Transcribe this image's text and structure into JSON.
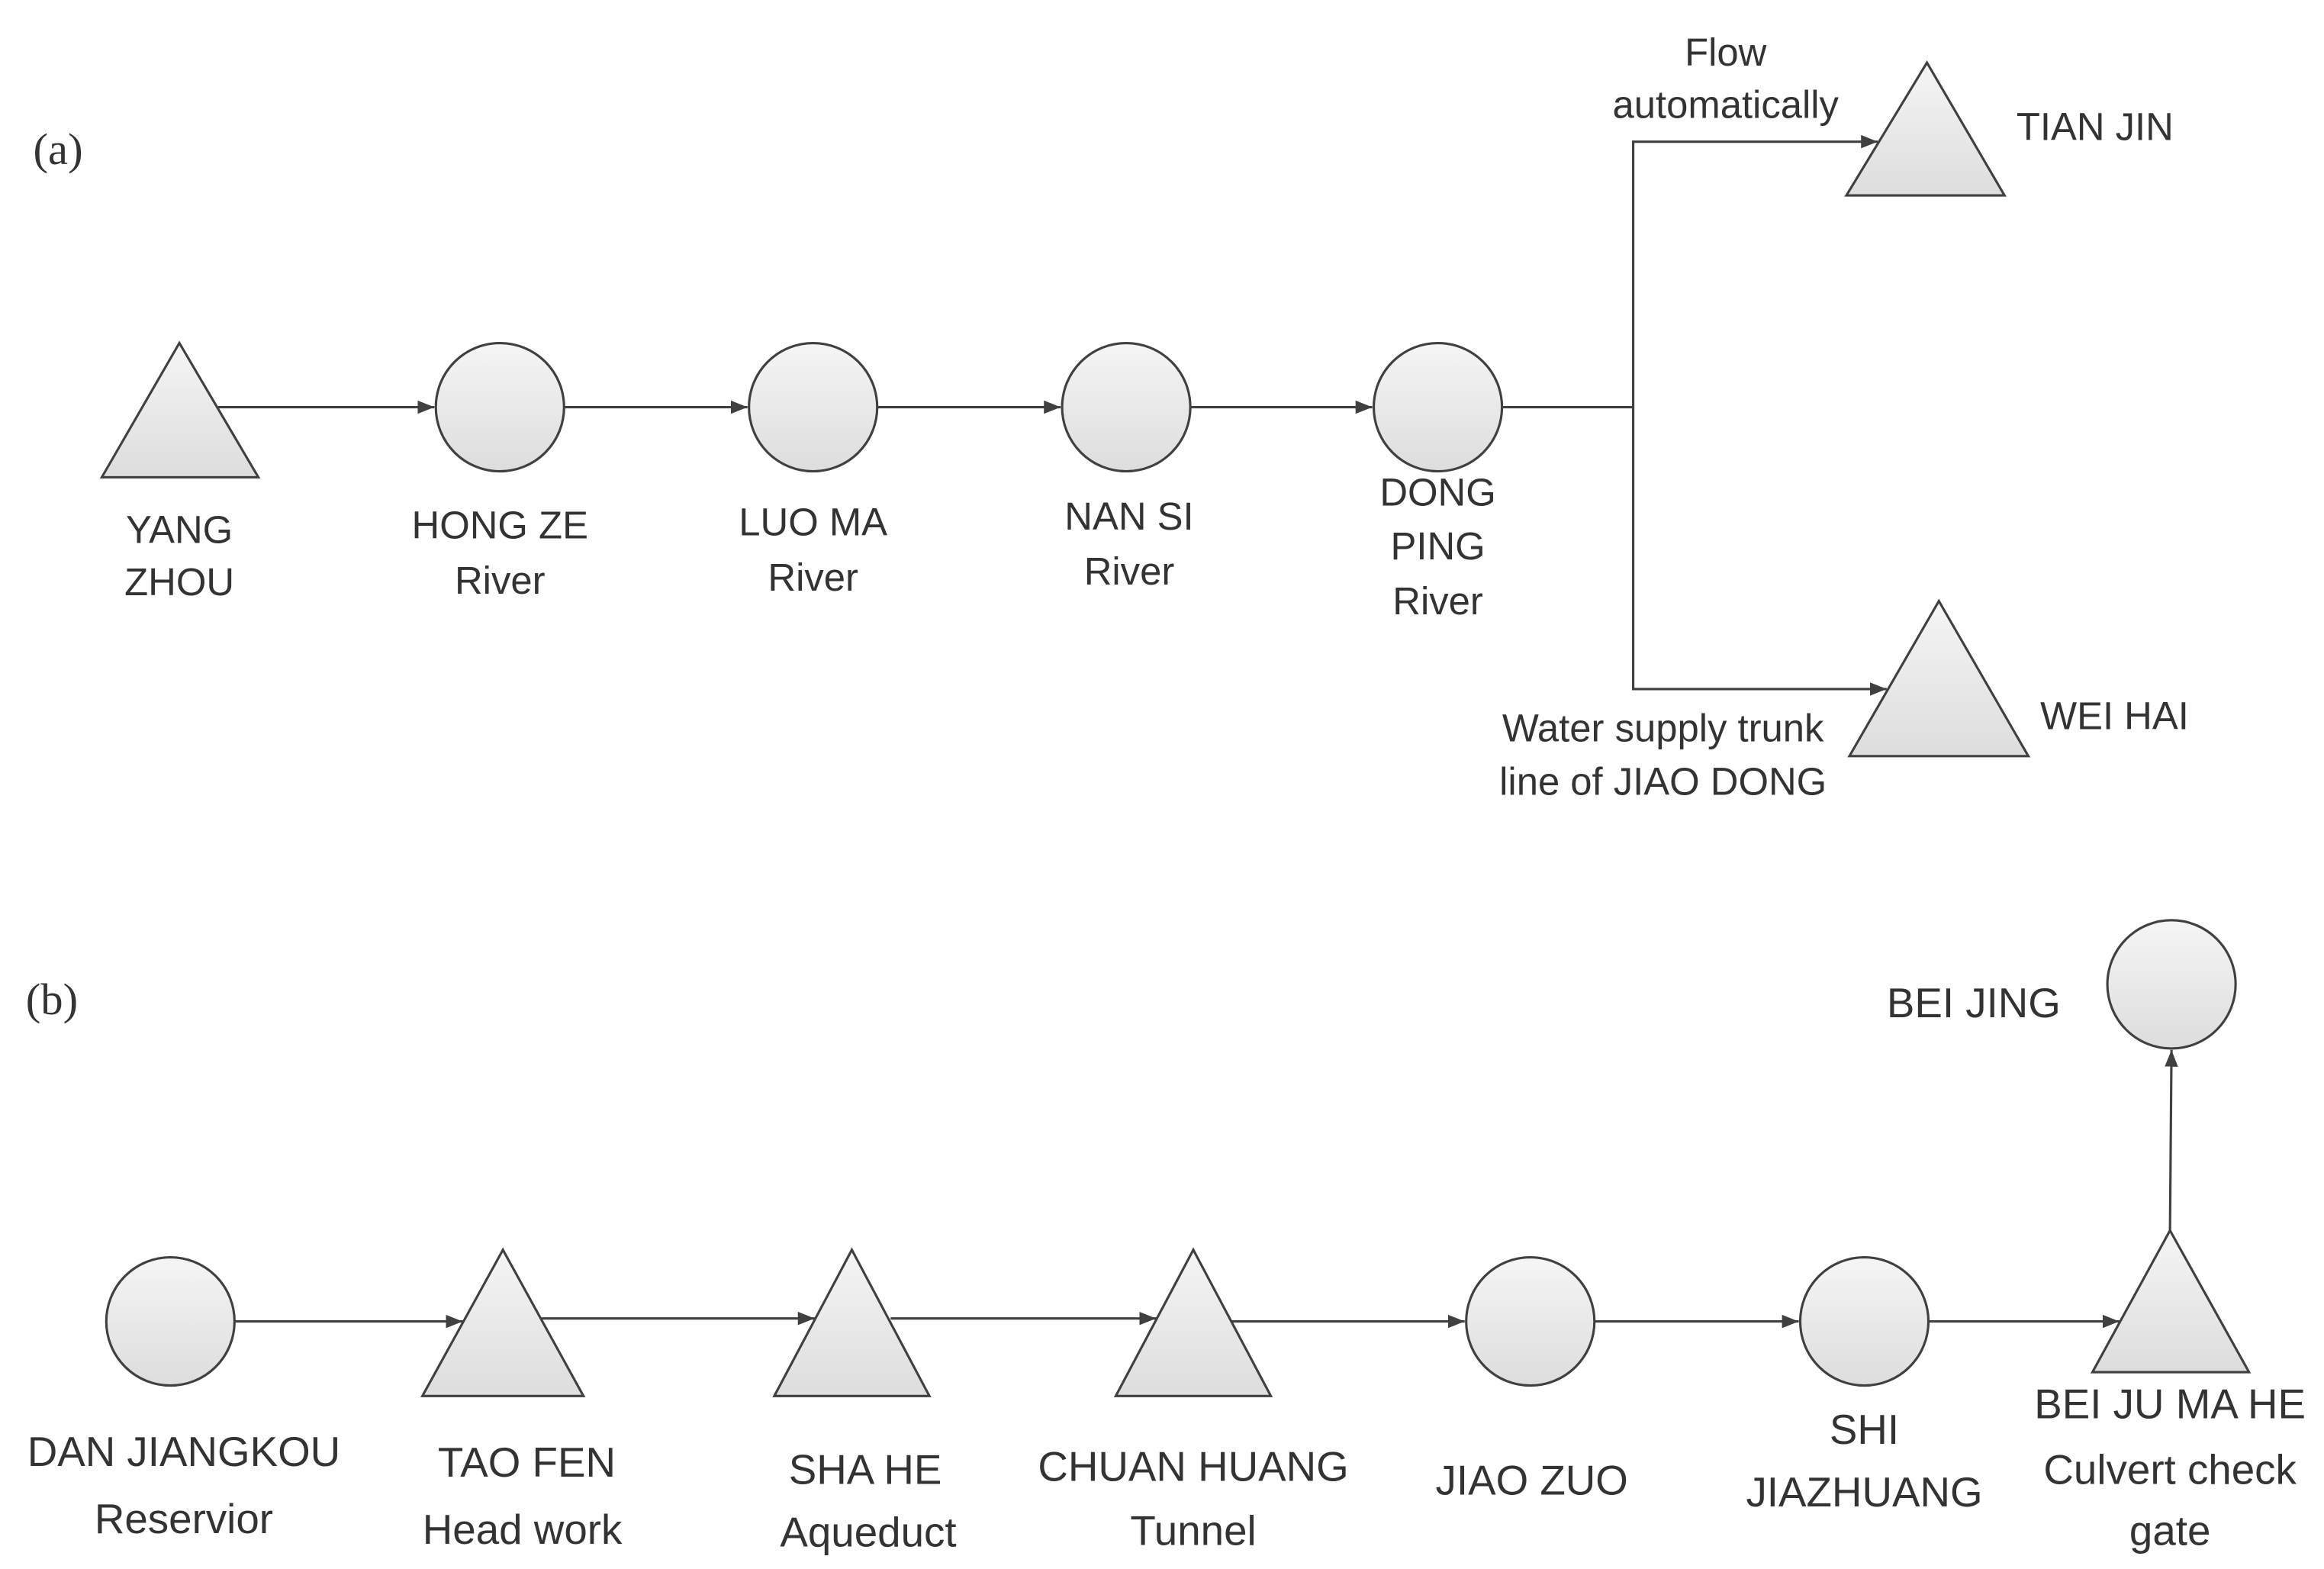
{
  "colors": {
    "background": "#ffffff",
    "stroke": "#404040",
    "text": "#333333",
    "node_fill_light": "#f5f5f5",
    "node_fill_dark": "#dddddd"
  },
  "panel_a": {
    "label": "(a)",
    "nodes": [
      {
        "lines": [
          "YANG",
          "ZHOU"
        ]
      },
      {
        "lines": [
          "HONG ZE",
          "River"
        ]
      },
      {
        "lines": [
          "LUO MA",
          "River"
        ]
      },
      {
        "lines": [
          "NAN SI",
          "River"
        ]
      },
      {
        "lines": [
          "DONG",
          "PING",
          "River"
        ]
      },
      {
        "lines": [
          "TIAN JIN"
        ]
      },
      {
        "lines": [
          "WEI HAI"
        ]
      }
    ],
    "edge_labels": {
      "flow": [
        "Flow",
        "automatically"
      ],
      "trunk": [
        "Water supply trunk",
        "line of JIAO DONG"
      ]
    }
  },
  "panel_b": {
    "label": "(b)",
    "nodes": [
      {
        "lines": [
          "DAN JIANGKOU",
          "Reservior"
        ]
      },
      {
        "lines": [
          "TAO FEN",
          "Head work"
        ]
      },
      {
        "lines": [
          "SHA HE",
          "Aqueduct"
        ]
      },
      {
        "lines": [
          "CHUAN HUANG",
          "Tunnel"
        ]
      },
      {
        "lines": [
          "JIAO ZUO"
        ]
      },
      {
        "lines": [
          "SHI",
          "JIAZHUANG"
        ]
      },
      {
        "lines": [
          "BEI JU MA HE",
          "Culvert check",
          "gate"
        ]
      },
      {
        "lines": [
          "BEI JING"
        ]
      }
    ]
  }
}
